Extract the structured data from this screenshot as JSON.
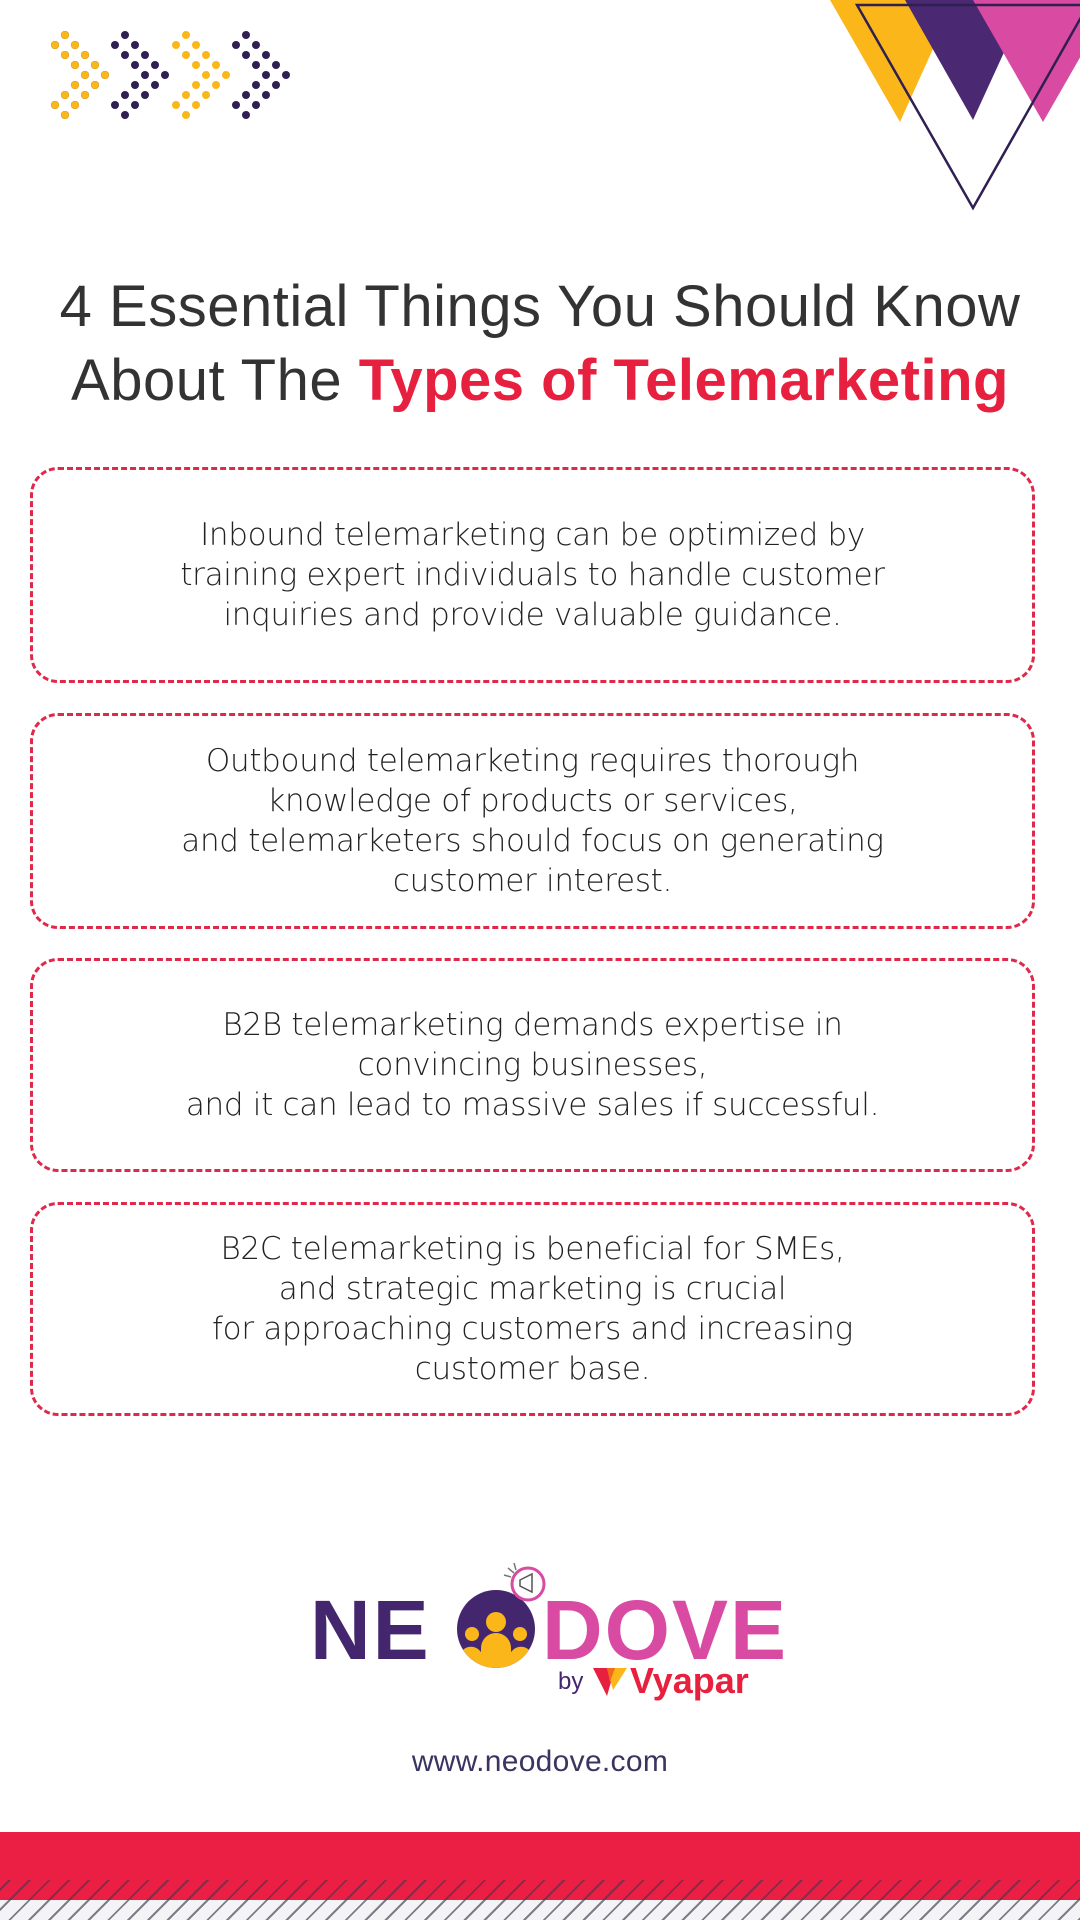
{
  "colors": {
    "accent_red": "#e8203f",
    "dash_border": "#e0284a",
    "brand_purple": "#44266e",
    "brand_pink": "#d94aa3",
    "brand_yellow": "#fbb71a",
    "title_gray": "#333333"
  },
  "title": {
    "line1": "4 Essential Things You Should Know",
    "line2_prefix": "About The ",
    "line2_accent": "Types of Telemarketing"
  },
  "cards": [
    {
      "text": "Inbound telemarketing can be optimized by\ntraining expert individuals to handle customer\ninquiries and provide valuable guidance."
    },
    {
      "text": "Outbound telemarketing requires thorough\nknowledge of products or services,\nand telemarketers should focus on generating\ncustomer interest."
    },
    {
      "text": "B2B telemarketing demands expertise in\nconvincing businesses,\nand it can lead to massive sales if successful."
    },
    {
      "text": "B2C telemarketing is beneficial for SMEs,\nand strategic marketing is crucial\nfor approaching customers and increasing\ncustomer base."
    }
  ],
  "logo": {
    "part1": "NE",
    "part2": "DOVE",
    "by": "by",
    "partner": "Vyapar"
  },
  "icons": {
    "dots": "dotted-chevron-arrows-icon",
    "triangles": "overlapping-triangles-icon",
    "people": "people-group-icon",
    "megaphone": "megaphone-icon",
    "vyapar_mark": "vyapar-logo-mark-icon"
  },
  "footer": {
    "website": "www.neodove.com"
  }
}
